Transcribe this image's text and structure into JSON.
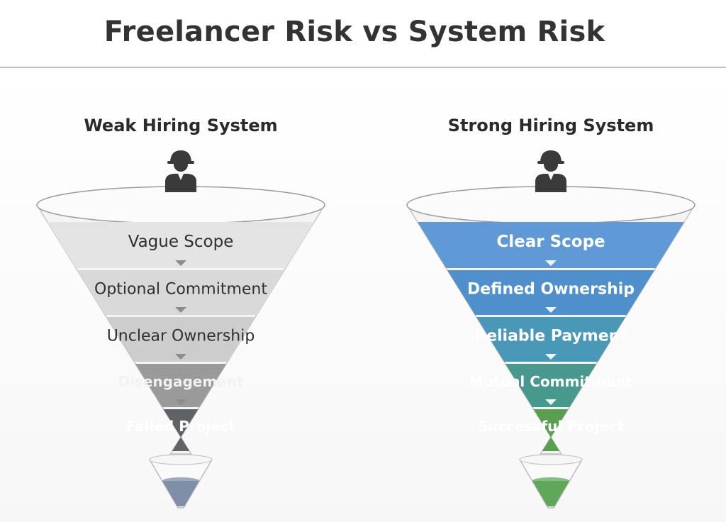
{
  "title": "Freelancer Risk vs System Risk",
  "panels": [
    {
      "heading": "Weak Hiring System",
      "icon": "person-icon",
      "stages": [
        {
          "label": "Vague Scope",
          "color": "#e4e4e4",
          "text_color": "#2f2f2f"
        },
        {
          "label": "Optional Commitment",
          "color": "#d9d9d9",
          "text_color": "#2f2f2f"
        },
        {
          "label": "Unclear Ownership",
          "color": "#cdcdcd",
          "text_color": "#2f2f2f"
        },
        {
          "label": "Disengagement",
          "color": "#9a9a9a",
          "text_color": "#f2f2f2"
        },
        {
          "label": "Failed Project",
          "color": "#5f6267",
          "text_color": "#ffffff"
        }
      ],
      "output_color": "#7f8fa8"
    },
    {
      "heading": "Strong Hiring System",
      "icon": "person-icon",
      "stages": [
        {
          "label": "Clear Scope",
          "color": "#5f9ad6",
          "text_color": "#ffffff"
        },
        {
          "label": "Defined Ownership",
          "color": "#4f8fcc",
          "text_color": "#ffffff"
        },
        {
          "label": "Reliable Payment",
          "color": "#4a98b8",
          "text_color": "#ffffff"
        },
        {
          "label": "Mutual Commitment",
          "color": "#47988d",
          "text_color": "#ffffff"
        },
        {
          "label": "Successful Project",
          "color": "#5a9f4f",
          "text_color": "#ffffff"
        }
      ],
      "output_color": "#5fa85a"
    }
  ]
}
